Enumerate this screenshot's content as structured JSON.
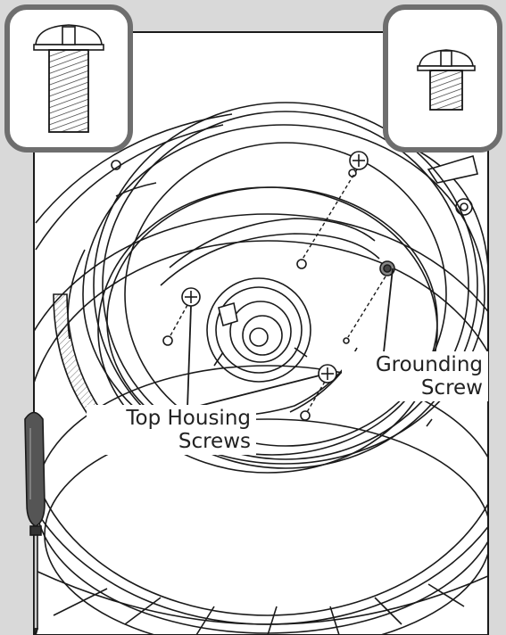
{
  "colors": {
    "background": "#d9d9d9",
    "frame_border": "#6e6e6e",
    "line_art": "#1a1a1a",
    "label_background": "#ffffff"
  },
  "screw_insets": {
    "long_screw_icon": "long-pan-head-screw",
    "short_screw_icon": "short-pan-head-screw"
  },
  "callouts": {
    "top_housing": {
      "line1": "Top Housing",
      "line2": "Screws"
    },
    "grounding": {
      "line1": "Grounding",
      "line2": "Screw"
    }
  },
  "tool_icon": "screwdriver"
}
